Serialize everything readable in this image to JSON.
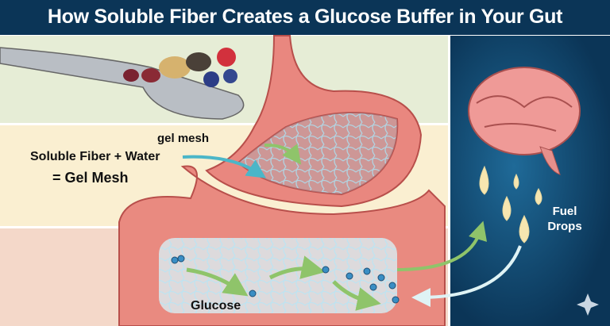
{
  "title": "How Soluble Fiber Creates a Glucose Buffer in Your Gut",
  "labels": {
    "gel_mesh": "gel mesh",
    "soluble_fiber_water": "Soluble Fiber + Water",
    "equals_gel_mesh": "= Gel Mesh",
    "glucose": "Glucose",
    "fuel_drops_line1": "Fuel",
    "fuel_drops_line2": "Drops"
  },
  "colors": {
    "title_bg": "#0b3557",
    "right_panel": "#0b3557",
    "band_top": "#e6edd6",
    "band_mid": "#faefd1",
    "band_bottom": "#f4d8c9",
    "arrow_green": "#8fc46a",
    "arrow_blue": "#4bb6c8"
  }
}
